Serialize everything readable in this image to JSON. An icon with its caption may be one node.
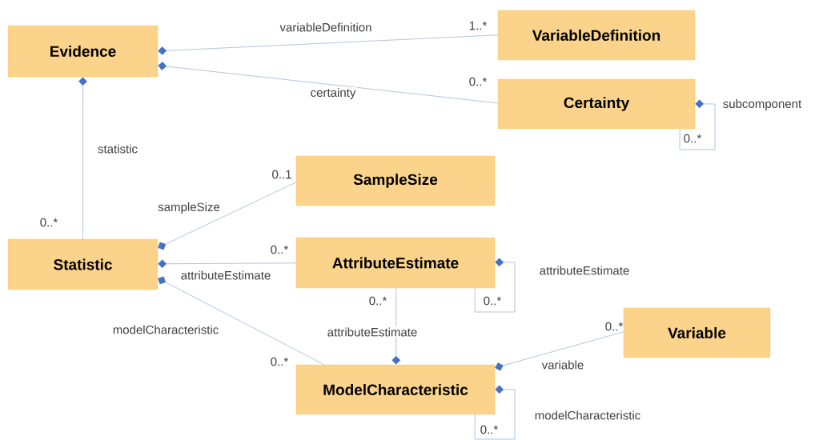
{
  "diagram": {
    "nodes": [
      {
        "text": [
          "Evidence"
        ]
      },
      {
        "text": [
          "VariableDefinition"
        ]
      },
      {
        "text": [
          "Certainty"
        ]
      },
      {
        "text": [
          "SampleSize"
        ]
      },
      {
        "text": [
          "Statistic"
        ]
      },
      {
        "text": [
          "AttributeEstimate"
        ]
      },
      {
        "text": [
          "Variable"
        ]
      },
      {
        "text": [
          "ModelCharacteristic"
        ]
      }
    ],
    "edges": [
      {
        "from": 0,
        "to": 1,
        "arrow": "other",
        "label": "variableDefinition"
      },
      {
        "from": 0,
        "to": 2,
        "arrow": "other",
        "label": "certainty"
      },
      {
        "from": 0,
        "to": 4,
        "arrow": "other",
        "label": "statistic"
      },
      {
        "from": 2,
        "to": 2,
        "arrow": "other",
        "label": "subcomponent"
      },
      {
        "from": 4,
        "to": 3,
        "arrow": "other",
        "label": "sampleSize"
      },
      {
        "from": 4,
        "to": 5,
        "arrow": "other",
        "label": "attributeEstimate"
      },
      {
        "from": 4,
        "to": 7,
        "arrow": "other",
        "label": "modelCharacteristic"
      },
      {
        "from": 5,
        "to": 5,
        "arrow": "other",
        "label": "attributeEstimate"
      },
      {
        "from": 7,
        "to": 5,
        "arrow": "other",
        "label": "attributeEstimate"
      },
      {
        "from": 7,
        "to": 6,
        "arrow": "other",
        "label": "variable"
      },
      {
        "from": 7,
        "to": 7,
        "arrow": "other",
        "label": "modelCharacteristic"
      }
    ],
    "labels": [
      "1..*",
      "0..*",
      "0..*",
      "0..1",
      "0..*",
      "0..*",
      "0..*",
      "0..*",
      "0..*",
      "0..*",
      "0..*"
    ]
  }
}
